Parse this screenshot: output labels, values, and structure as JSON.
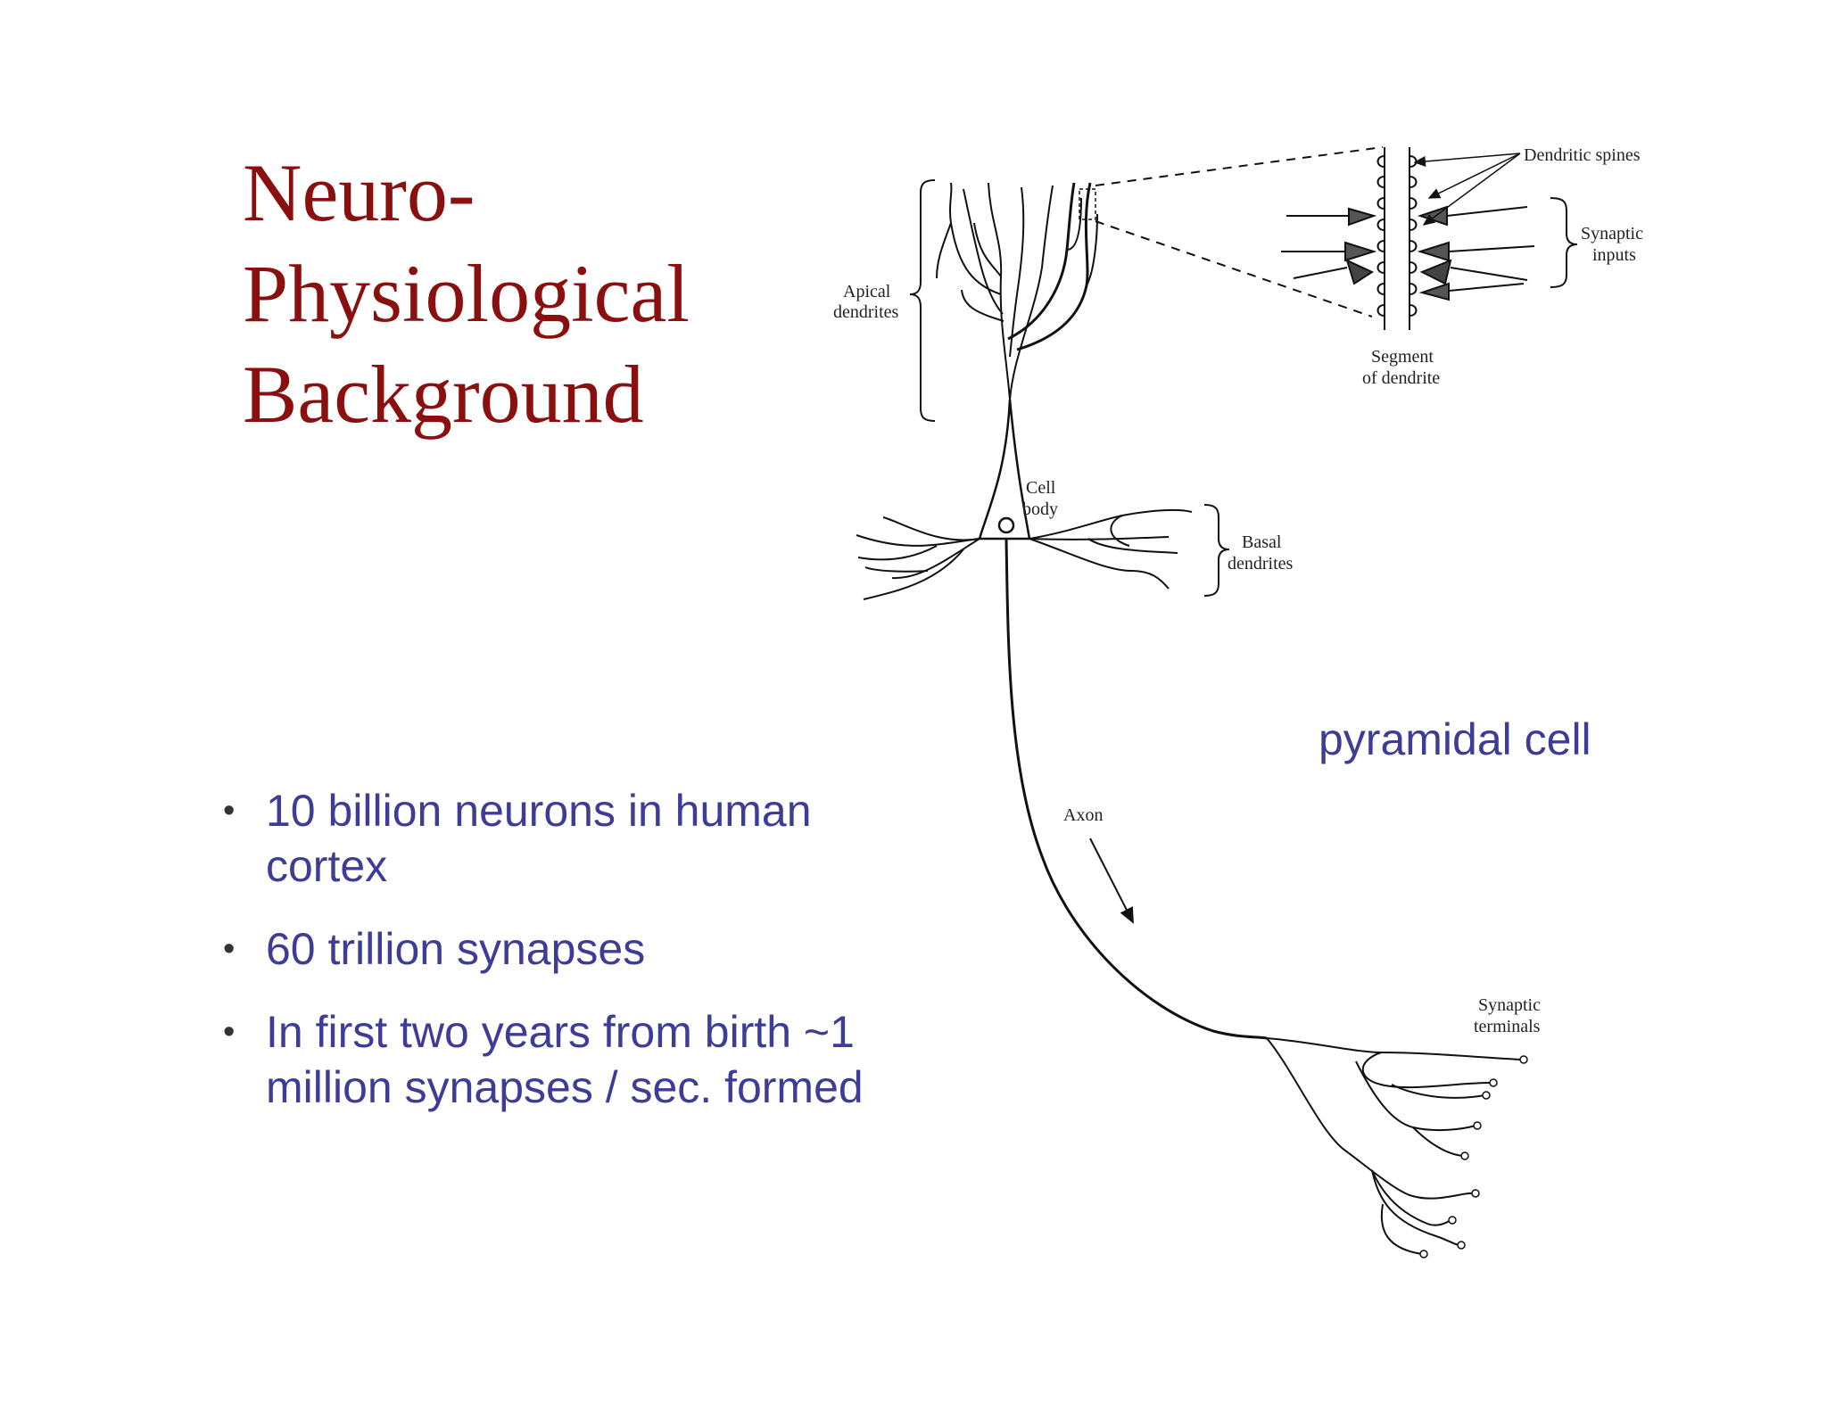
{
  "slide": {
    "title_lines": [
      "Neuro-",
      "Physiological",
      "Background"
    ],
    "bullets": [
      "10 billion neurons in human cortex",
      "60 trillion synapses",
      "In first two years from birth ~1 million synapses / sec. formed"
    ],
    "caption": "pyramidal cell",
    "colors": {
      "title": "#8a0f0f",
      "body_text": "#3d3d96"
    }
  },
  "diagram": {
    "labels": {
      "dendritic_spines": "Dendritic spines",
      "synaptic_inputs": [
        "Synaptic",
        "inputs"
      ],
      "apical_dendrites": [
        "Apical",
        "dendrites"
      ],
      "segment_of_dendrite": [
        "Segment",
        "of dendrite"
      ],
      "cell_body": [
        "Cell",
        "body"
      ],
      "basal_dendrites": [
        "Basal",
        "dendrites"
      ],
      "axon": "Axon",
      "synaptic_terminals": [
        "Synaptic",
        "terminals"
      ]
    }
  }
}
